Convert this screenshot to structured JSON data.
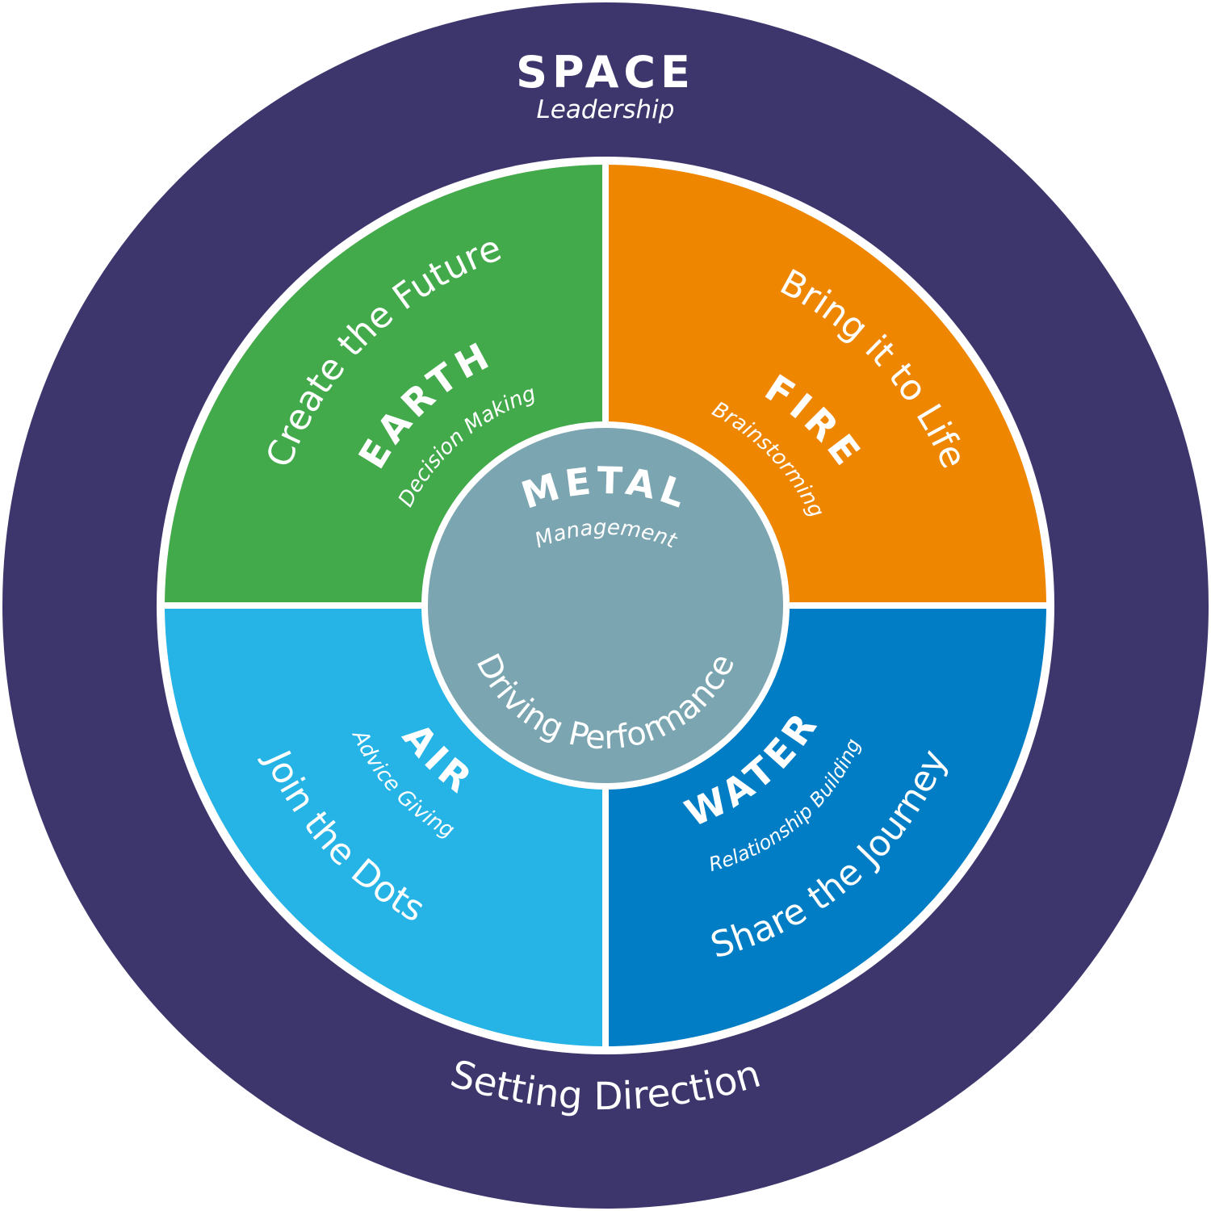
{
  "colors": {
    "space": "#3c366d",
    "earth": "#43aa4b",
    "fire": "#ee8600",
    "air": "#26b3e6",
    "water": "#007dc5",
    "metal": "#7ba5b0",
    "divider": "#ffffff",
    "text": "#ffffff"
  },
  "space": {
    "title": "SPACE",
    "subtitle": "Leadership",
    "tagline": "Setting Direction"
  },
  "earth": {
    "title": "EARTH",
    "subtitle": "Decision Making",
    "tagline": "Create the Future"
  },
  "fire": {
    "title": "FIRE",
    "subtitle": "Brainstorming",
    "tagline": "Bring it to Life"
  },
  "air": {
    "title": "AIR",
    "subtitle": "Advice Giving",
    "tagline": "Join the Dots"
  },
  "water": {
    "title": "WATER",
    "subtitle": "Relationship Building",
    "tagline": "Share the Journey"
  },
  "metal": {
    "title": "METAL",
    "subtitle": "Management",
    "tagline": "Driving Performance"
  }
}
